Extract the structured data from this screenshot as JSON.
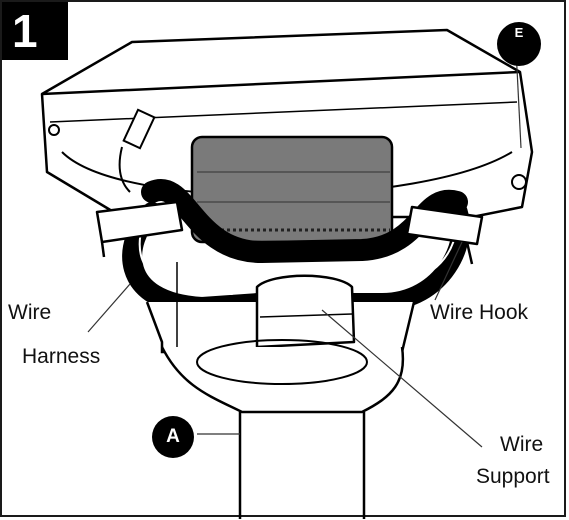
{
  "step": {
    "number": "1"
  },
  "callouts": {
    "part_e": "E",
    "part_a": "A"
  },
  "labels": {
    "wire_harness_line1": "Wire",
    "wire_harness_line2": "Harness",
    "wire_hook": "Wire Hook",
    "wire_support_line1": "Wire",
    "wire_support_line2": "Support"
  },
  "colors": {
    "ink": "#000000",
    "motor_gray": "#7a7a7a",
    "background": "#ffffff"
  }
}
